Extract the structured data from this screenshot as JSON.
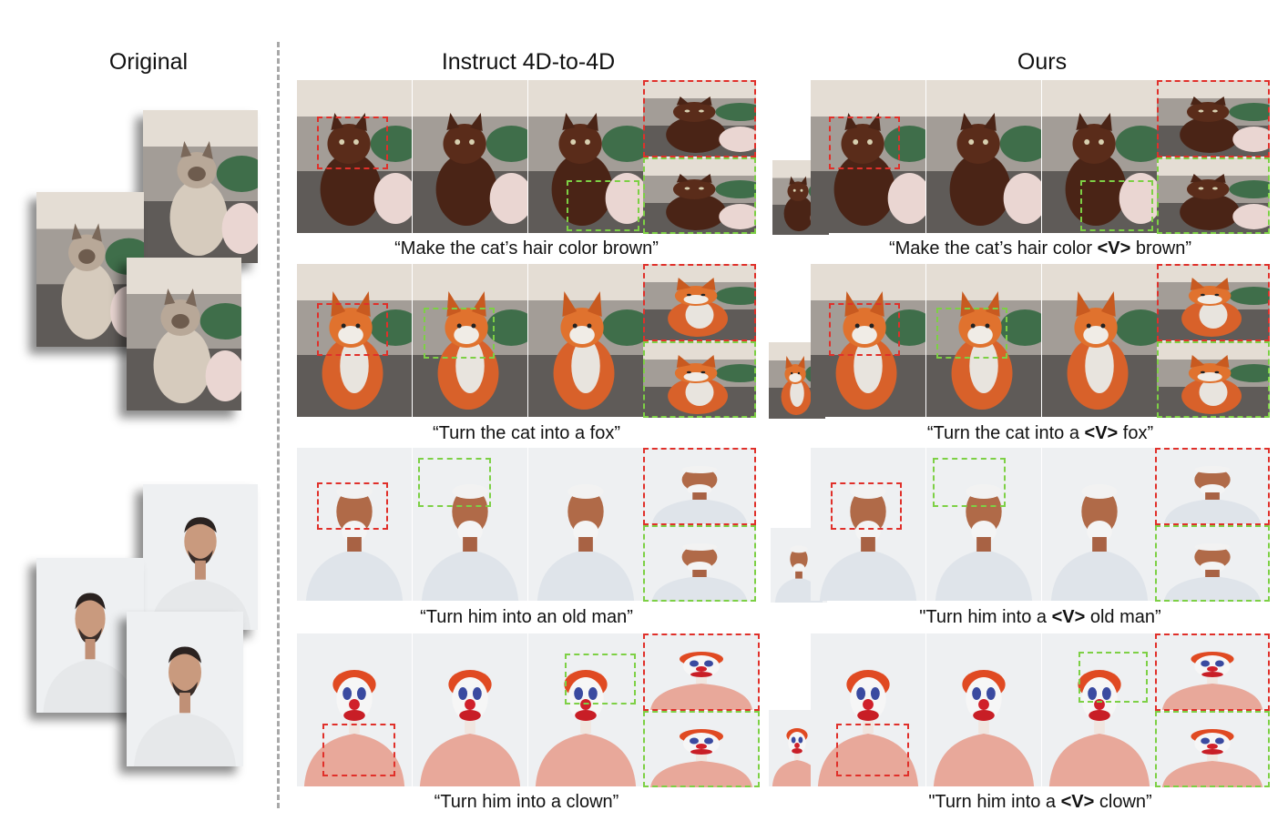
{
  "headings": {
    "original": "Original",
    "baseline": "Instruct 4D-to-4D",
    "ours": "Ours"
  },
  "rows": [
    {
      "baseline_caption": "“Make the cat’s hair color brown”",
      "ours_prefix": "“Make the cat’s hair color ",
      "ours_token": "<V>",
      "ours_suffix": " brown”"
    },
    {
      "baseline_caption": "“Turn the cat into a fox”",
      "ours_prefix": "“Turn the cat into a ",
      "ours_token": "<V>",
      "ours_suffix": " fox”"
    },
    {
      "baseline_caption": "“Turn him into an old man”",
      "ours_prefix": "\"Turn him into a ",
      "ours_token": "<V>",
      "ours_suffix": " old man”"
    },
    {
      "baseline_caption": "“Turn him into a clown”",
      "ours_prefix": "\"Turn him into a ",
      "ours_token": "<V>",
      "ours_suffix": " clown”"
    }
  ],
  "colors": {
    "red_box": "#e0302a",
    "green_box": "#7dd045",
    "divider": "#a8a8a8"
  }
}
